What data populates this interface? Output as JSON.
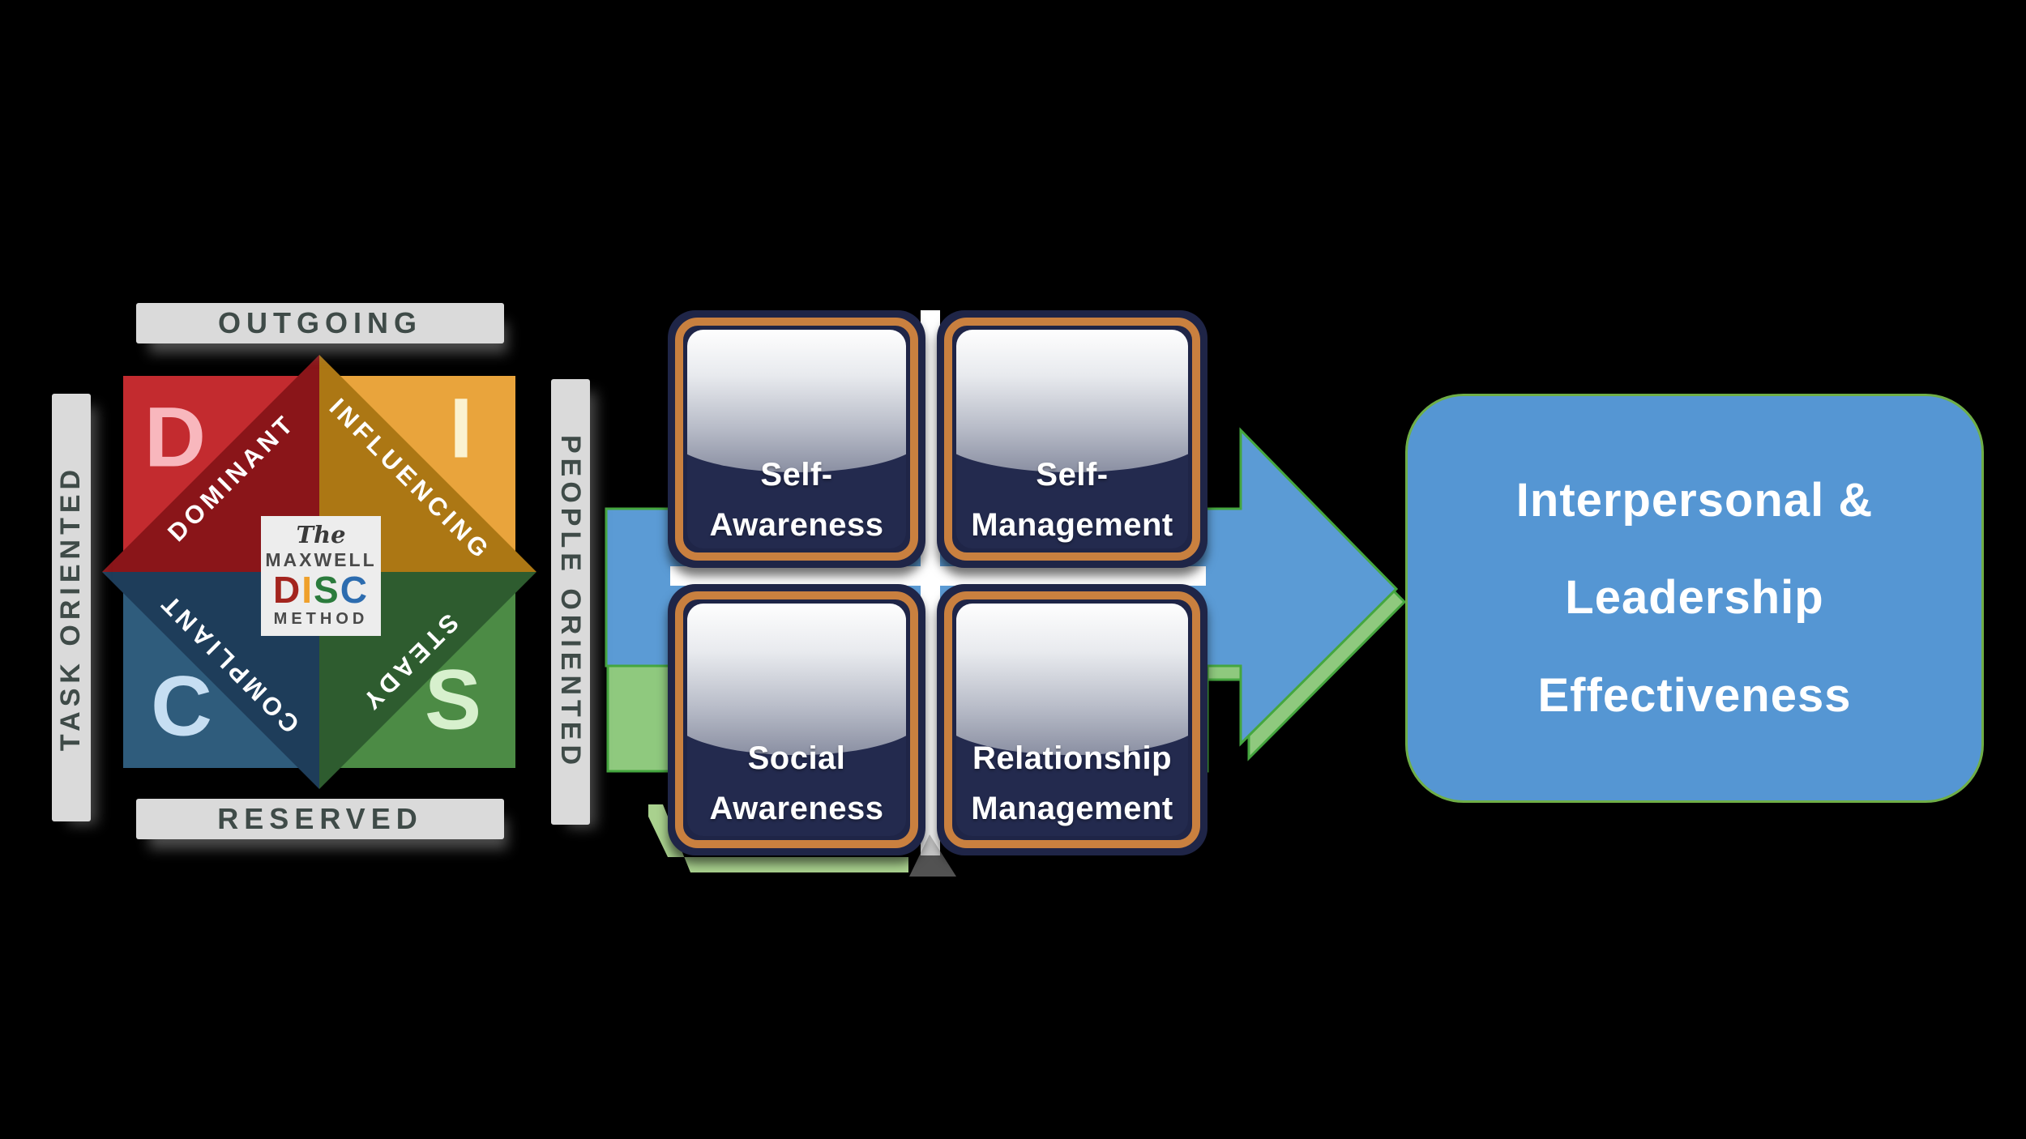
{
  "colors": {
    "background": "#000000",
    "bar_fill": "#DADADA",
    "bar_text": "#3F4B48",
    "arrow_blue": "#5B9BD5",
    "arrow_green_outline": "#45A63F",
    "arrow_green_fill": "#8FC97E",
    "eq_outer_navy": "#1F2547",
    "eq_ring_orange": "#C9803F",
    "outcome_fill": "#5596D3",
    "outcome_border": "#6FAE47"
  },
  "disc": {
    "labels": {
      "top": "OUTGOING",
      "bottom": "RESERVED",
      "left": "TASK ORIENTED",
      "right": "PEOPLE ORIENTED"
    },
    "quadrants": [
      {
        "letter": "D",
        "name": "DOMINANT",
        "fill": "#C32B2F",
        "dark": "#8A1519",
        "letter_color": "#F8B7BD"
      },
      {
        "letter": "I",
        "name": "INFLUENCING",
        "fill": "#E9A43C",
        "dark": "#AC7714",
        "letter_color": "#FBF2D0"
      },
      {
        "letter": "S",
        "name": "STEADY",
        "fill": "#4C8B45",
        "dark": "#2E5C2F",
        "letter_color": "#D7F0CD"
      },
      {
        "letter": "C",
        "name": "COMPLIANT",
        "fill": "#2F5C7C",
        "dark": "#1E3D5A",
        "letter_color": "#C6DEF2"
      }
    ],
    "logo": {
      "the": "The",
      "maxwell": "MAXWELL",
      "disc_letters": [
        "D",
        "I",
        "S",
        "C"
      ],
      "disc_colors": [
        "#A3241E",
        "#EFA02B",
        "#2B7B3C",
        "#2C6CAF"
      ],
      "method": "METHOD"
    }
  },
  "eq": {
    "boxes": [
      {
        "line1": "Self-",
        "line2": "Awareness"
      },
      {
        "line1": "Self-",
        "line2": "Management"
      },
      {
        "line1": "Social",
        "line2": "Awareness"
      },
      {
        "line1": "Relationship",
        "line2": "Management"
      }
    ]
  },
  "outcome": {
    "lines": [
      "Interpersonal &",
      "Leadership",
      "Effectiveness"
    ]
  }
}
